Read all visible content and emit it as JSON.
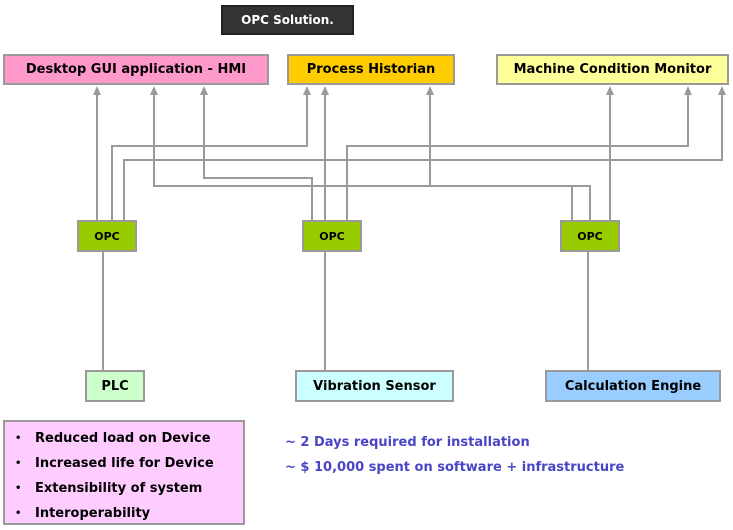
{
  "title": "OPC Solution.",
  "top_boxes": [
    {
      "label": "Desktop GUI application - HMI",
      "color": "#ff99cc"
    },
    {
      "label": "Process Historian",
      "color": "#ffcc00"
    },
    {
      "label": "Machine Condition Monitor",
      "color": "#ffff99"
    }
  ],
  "opc_label": "OPC",
  "opc_color": "#99cc00",
  "bottom_boxes": [
    {
      "label": "PLC",
      "color": "#ccffcc"
    },
    {
      "label": "Vibration Sensor",
      "color": "#ccffff"
    },
    {
      "label": "Calculation Engine",
      "color": "#99ccff"
    }
  ],
  "benefits": [
    "Reduced load on Device",
    "Increased life for Device",
    "Extensibility of system",
    "Interoperability"
  ],
  "bullet_glyph": "•",
  "stats": [
    "~ 2 Days  required for installation",
    "~ $ 10,000 spent on software + infrastructure"
  ],
  "line_color": "#9a9a9a"
}
